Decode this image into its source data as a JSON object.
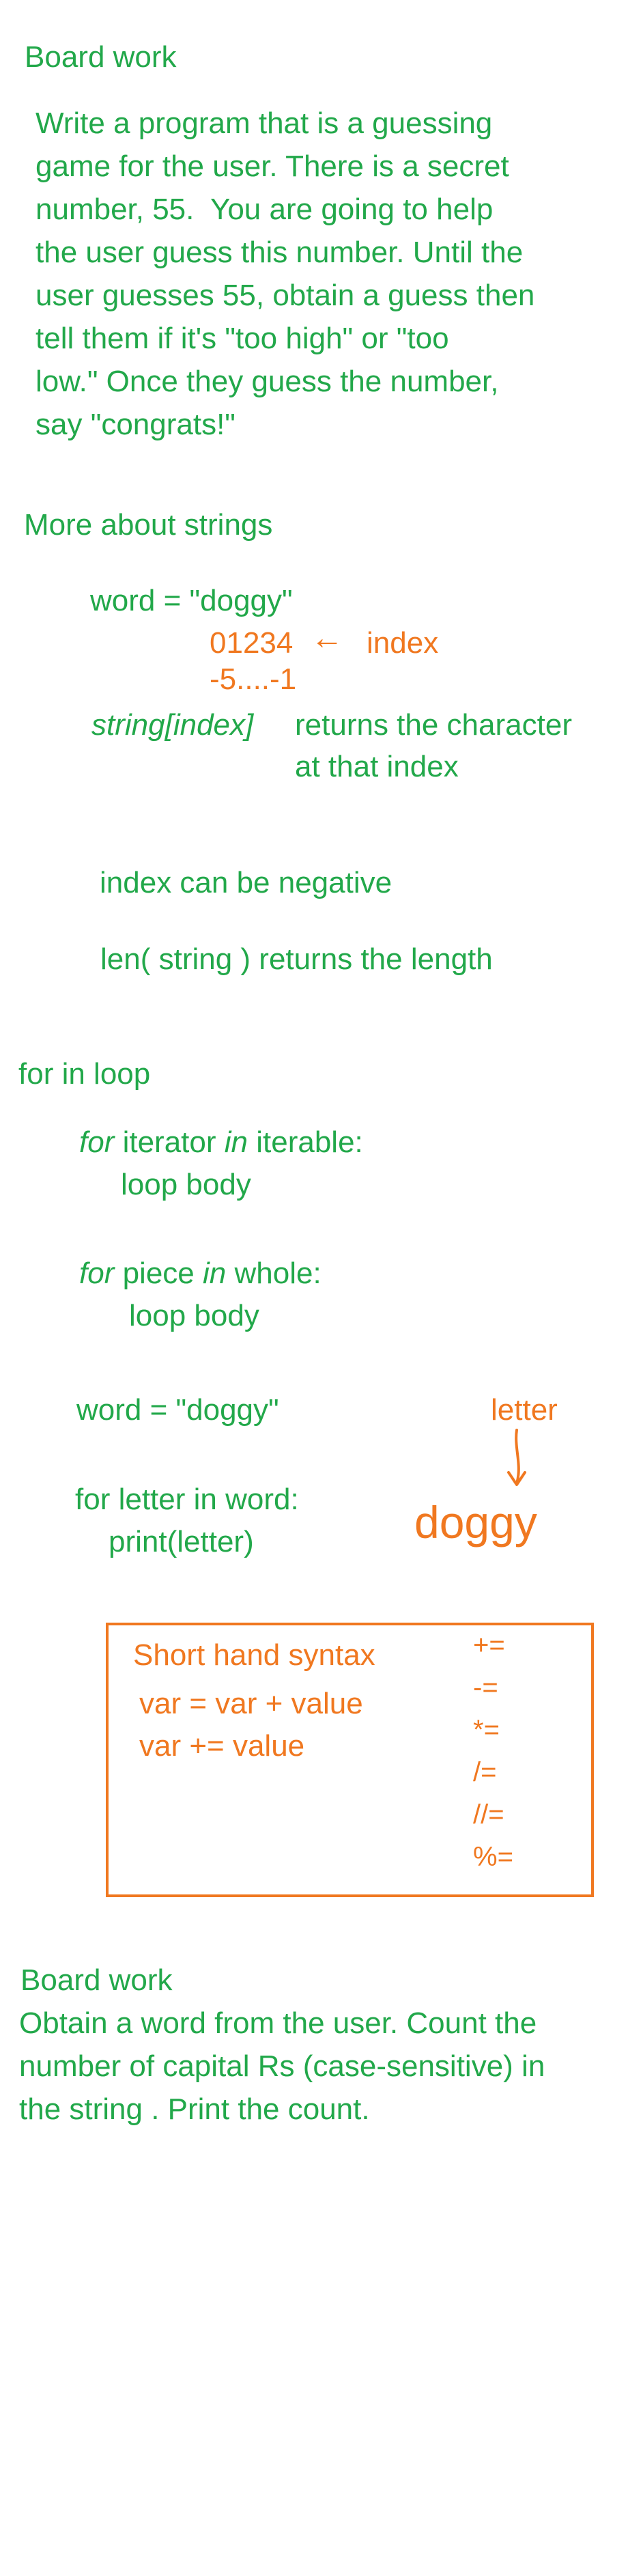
{
  "colors": {
    "green": "#22a84a",
    "orange": "#f07820"
  },
  "section1": {
    "heading": "Board work",
    "paragraph_lines": [
      "Write a program that is a guessing",
      "game for the user. There is a secret",
      "number, 55.  You are going to help",
      "the user guess this number. Until the",
      "user guesses 55, obtain a guess then",
      "tell them if it's \"too high\" or \"too",
      "low.\" Once they guess the number,",
      "say \"congrats!\""
    ]
  },
  "section2": {
    "heading": "More about strings",
    "code_line": "word = \"doggy\"",
    "index_digits": "01234",
    "index_arrow": "←",
    "index_label": "index",
    "neg_index": "-5....-1",
    "syntax": "string[index]",
    "returns_line1": "returns the character",
    "returns_line2": "at that index",
    "negative_note": "index can be negative",
    "len_note": "len( string ) returns the length"
  },
  "section3": {
    "heading": "for in loop",
    "syntax1_for": "for",
    "syntax1_iter": " iterator ",
    "syntax1_in": "in",
    "syntax1_rest": " iterable:",
    "syntax1_body": "loop body",
    "syntax2_for": "for",
    "syntax2_piece": " piece ",
    "syntax2_in": "in",
    "syntax2_rest": " whole:",
    "syntax2_body": "loop body",
    "word_line": "word = \"doggy\"",
    "loop_line": "for letter in word:",
    "print_line": "print(letter)",
    "letter_label": "letter",
    "doggy_big": "doggy"
  },
  "shorthand": {
    "title": "Short hand syntax",
    "line1": "var = var + value",
    "line2": "var += value",
    "operators": [
      "+=",
      "-=",
      "*=",
      "/=",
      "//=",
      "%="
    ]
  },
  "section4": {
    "heading": "Board work",
    "lines": [
      "Obtain a word from the user. Count the",
      "number of capital Rs (case-sensitive) in",
      "the string . Print the count."
    ]
  }
}
